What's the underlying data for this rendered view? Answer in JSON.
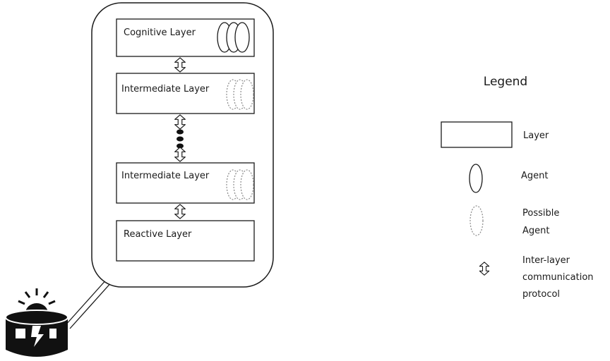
{
  "system": {
    "layers": [
      {
        "label": "Cognitive Layer",
        "agent_type": "agent"
      },
      {
        "label": "Intermediate Layer",
        "agent_type": "possible-agent"
      },
      {
        "label": "Intermediate Layer",
        "agent_type": "possible-agent"
      },
      {
        "label": "Reactive Layer",
        "agent_type": "none"
      }
    ],
    "robot_icon": "robot-device-icon"
  },
  "legend": {
    "title": "Legend",
    "items": [
      {
        "label_lines": [
          "Layer"
        ],
        "icon": "layer-rectangle-icon"
      },
      {
        "label_lines": [
          "Agent"
        ],
        "icon": "agent-ellipse-icon"
      },
      {
        "label_lines": [
          "Possible",
          "Agent"
        ],
        "icon": "possible-agent-dotted-ellipse-icon"
      },
      {
        "label_lines": [
          "Inter-layer",
          "communication",
          "protocol"
        ],
        "icon": "double-arrow-icon"
      }
    ]
  },
  "colors": {
    "stroke": "#1a1a1a",
    "dotted_stroke": "#9a9a9a",
    "background": "#ffffff"
  }
}
